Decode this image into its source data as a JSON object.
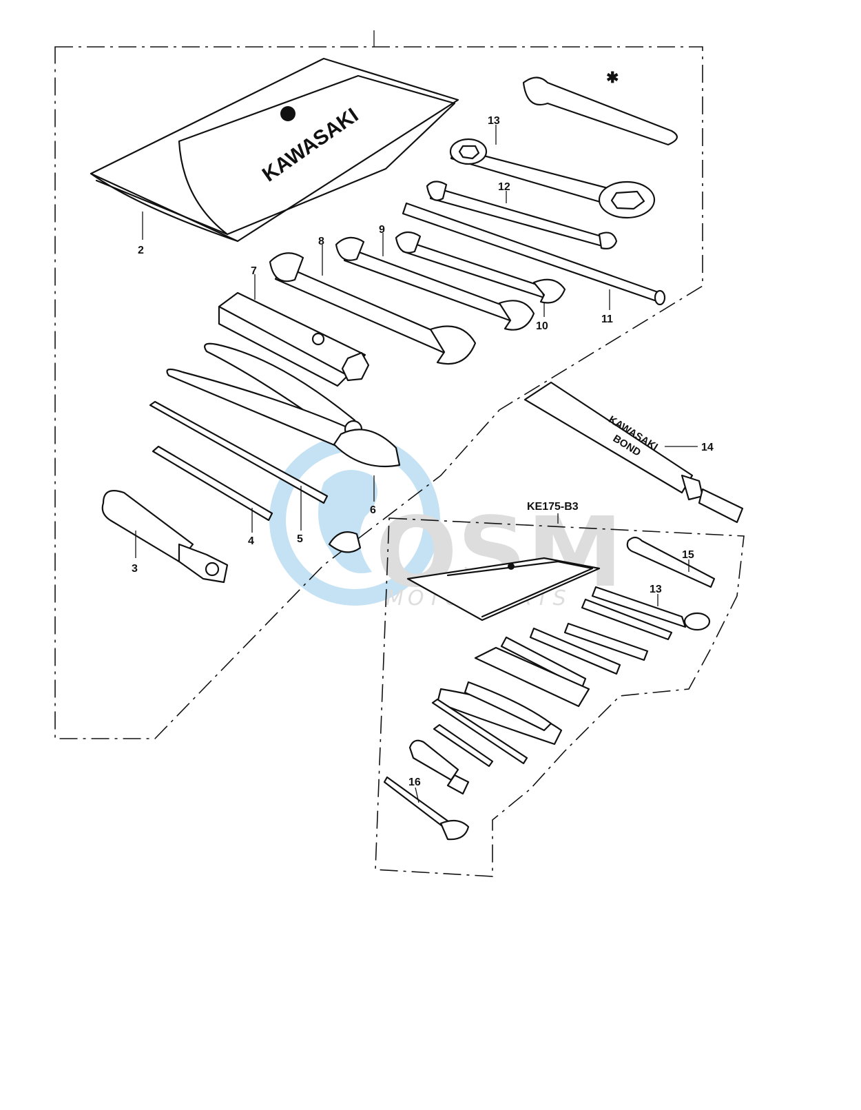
{
  "diagram": {
    "subassembly_code": "KE175-B3",
    "pouch_brand": "KAWASAKI",
    "bond_label_line1": "KAWASAKI",
    "bond_label_line2": "BOND",
    "callouts": [
      {
        "id": "2",
        "label": "2"
      },
      {
        "id": "3",
        "label": "3"
      },
      {
        "id": "4",
        "label": "4"
      },
      {
        "id": "5",
        "label": "5"
      },
      {
        "id": "6",
        "label": "6"
      },
      {
        "id": "7",
        "label": "7"
      },
      {
        "id": "8",
        "label": "8"
      },
      {
        "id": "9",
        "label": "9"
      },
      {
        "id": "10",
        "label": "10"
      },
      {
        "id": "11",
        "label": "11"
      },
      {
        "id": "12",
        "label": "12"
      },
      {
        "id": "13a",
        "label": "13"
      },
      {
        "id": "14",
        "label": "14"
      },
      {
        "id": "15",
        "label": "15"
      },
      {
        "id": "13b",
        "label": "13"
      },
      {
        "id": "16",
        "label": "16"
      }
    ]
  },
  "watermark": {
    "logo_text": "OSM",
    "tagline": "MOTORPARTS",
    "color": "#2f9bd6"
  }
}
